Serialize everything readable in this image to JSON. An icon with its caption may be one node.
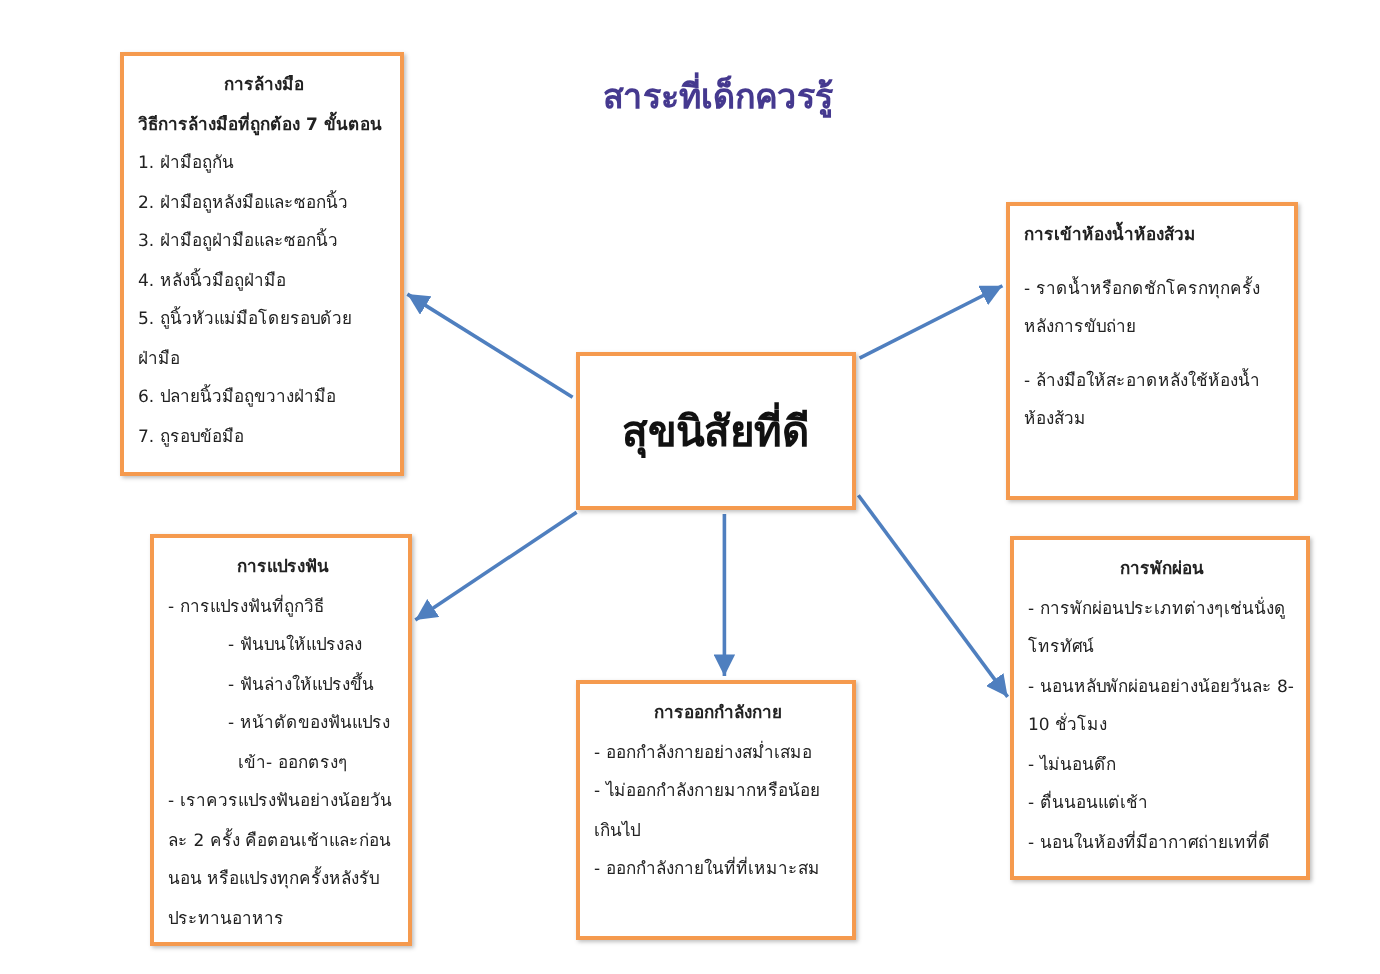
{
  "diagram": {
    "title": "สาระที่เด็กควรรู้",
    "nodes": [
      {
        "text": [
          "การล้างมือ",
          "วิธีการล้างมือที่ถูกต้อง 7 ขั้นตอน",
          "1. ฝ่ามือถูกัน",
          "2. ฝ่ามือถูหลังมือและซอกนิ้ว",
          "3. ฝ่ามือถูฝ่ามือและซอกนิ้ว",
          "4. หลังนิ้วมือถูฝ่ามือ",
          "5. ถูนิ้วหัวแม่มือโดยรอบด้วยฝ่ามือ",
          "6. ปลายนิ้วมือถูขวางฝ่ามือ",
          "7. ถูรอบข้อมือ"
        ]
      },
      {
        "text": [
          "การเข้าห้องน้ำห้องส้วม",
          "- ราดน้ำหรือกดชักโครกทุกครั้งหลังการขับถ่าย",
          "- ล้างมือให้สะอาดหลังใช้ห้องน้ำห้องส้วม"
        ]
      },
      {
        "text": [
          "สุขนิสัยที่ดี"
        ]
      },
      {
        "text": [
          "การแปรงฟัน",
          "- การแปรงฟันที่ถูกวิธี",
          "- ฟันบนให้แปรงลง",
          "- ฟันล่างให้แปรงขึ้น",
          "- หน้าตัดของฟันแปรงเข้า- ออกตรงๆ",
          "- เราควรแปรงฟันอย่างน้อยวันละ 2 ครั้ง คือตอนเช้าและก่อนนอน หรือแปรงทุกครั้งหลังรับประทานอาหาร"
        ]
      },
      {
        "text": [
          "การออกกำลังกาย",
          "- ออกกำลังกายอย่างสม่ำเสมอ",
          "- ไม่ออกกำลังกายมากหรือน้อยเกินไป",
          "- ออกกำลังกายในที่ที่เหมาะสม"
        ]
      },
      {
        "text": [
          "การพักผ่อน",
          "- การพักผ่อนประเภทต่างๆเช่นนั่งดูโทรทัศน์",
          "- นอนหลับพักผ่อนอย่างน้อยวันละ 8-10 ชั่วโมง",
          "- ไม่นอนดึก",
          "- ตื่นนอนแต่เช้า",
          "- นอนในห้องที่มีอากาศถ่ายเทที่ดี"
        ]
      }
    ],
    "edges": [
      {
        "from": 2,
        "to": 0,
        "arrow": "to"
      },
      {
        "from": 2,
        "to": 1,
        "arrow": "to"
      },
      {
        "from": 2,
        "to": 3,
        "arrow": "to"
      },
      {
        "from": 2,
        "to": 4,
        "arrow": "to"
      },
      {
        "from": 2,
        "to": 5,
        "arrow": "to"
      }
    ]
  }
}
